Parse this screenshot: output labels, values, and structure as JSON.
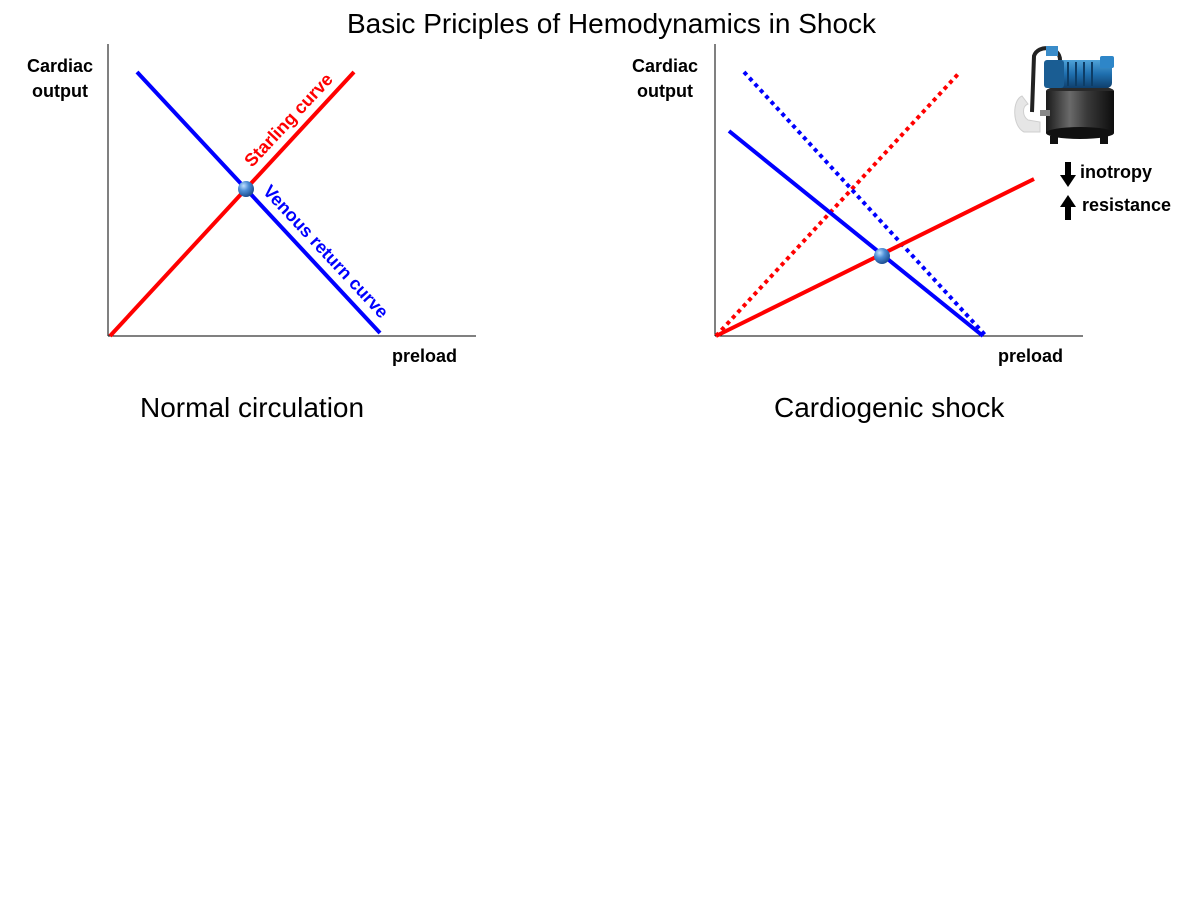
{
  "slide": {
    "title": "Basic Priciples of Hemodynamics in Shock"
  },
  "panels": [
    {
      "id": "normal",
      "y_axis_label_line1": "Cardiac",
      "y_axis_label_line2": "output",
      "x_axis_label": "preload",
      "caption": "Normal circulation",
      "starling_label": "Starling curve",
      "venous_label": "Venous return curve"
    },
    {
      "id": "cardiogenic",
      "y_axis_label_line1": "Cardiac",
      "y_axis_label_line2": "output",
      "x_axis_label": "preload",
      "caption": "Cardiogenic shock",
      "effects": [
        {
          "arrow": "down",
          "text": "inotropy"
        },
        {
          "arrow": "up",
          "text": "resistance"
        }
      ],
      "image": "water-pump-icon"
    }
  ],
  "colors": {
    "starling": "#ff0000",
    "venous": "#0000ff",
    "axis": "#000000",
    "point": "#3a78c4"
  }
}
